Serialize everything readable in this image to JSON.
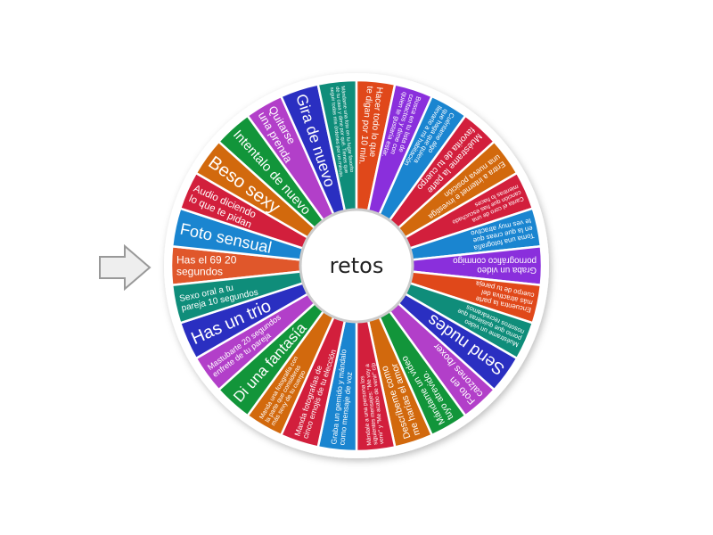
{
  "center_label": "retos",
  "segments": [
    {
      "lines": [
        "Has el 69 20",
        "segundos"
      ],
      "color": "#e0572b"
    },
    {
      "lines": [
        "Foto sensual"
      ],
      "color": "#1a85d0"
    },
    {
      "lines": [
        "Audio diciendo",
        "lo que te pidan"
      ],
      "color": "#d21f3c"
    },
    {
      "lines": [
        "Beso sexy"
      ],
      "color": "#d2690d"
    },
    {
      "lines": [
        "Intentalo de nuevo"
      ],
      "color": "#12953a"
    },
    {
      "lines": [
        "Quitarse",
        "una prenda"
      ],
      "color": "#b23fc9"
    },
    {
      "lines": [
        "Gira de nuevo"
      ],
      "color": "#2a2fc1"
    },
    {
      "lines": [
        "Mándame una foto en tu lugar favorito",
        "de tu casa y dime por qué. Tienes que",
        "seguir todas mis órdenes por un minuto."
      ],
      "color": "#0f8d7a"
    },
    {
      "lines": [
        "Hacer todo lo que",
        "te digan por 10 min."
      ],
      "color": "#e0481a"
    },
    {
      "lines": [
        "Busca en tu lista de",
        "contactos y dime con",
        "quien te gustaría estar."
      ],
      "color": "#8a2fdc"
    },
    {
      "lines": [
        "Cuéntame algo",
        "que haga que quiera",
        "llevarte a mi habitación"
      ],
      "color": "#1a85d0"
    },
    {
      "lines": [
        "Muéstrame la parte",
        "favorita de tu cuerpo"
      ],
      "color": "#d21f3c"
    },
    {
      "lines": [
        "Entra a internet e investiga",
        "una nueva posición"
      ],
      "color": "#d2690d"
    },
    {
      "lines": [
        "Canta el coro de una",
        "canción que has escuchado",
        "mientras lo haces"
      ],
      "color": "#d21f3c"
    },
    {
      "lines": [
        "Toma una fotografía",
        "en la que creas que",
        "te ves muy atractivo"
      ],
      "color": "#1a85d0"
    },
    {
      "lines": [
        "Graba un video",
        "pornográfico conmigo"
      ],
      "color": "#8a2fdc"
    },
    {
      "lines": [
        "Encuentra la parte",
        "más atractiva del",
        "cuerpo de tu pareja"
      ],
      "color": "#e0481a"
    },
    {
      "lines": [
        "Muéstrame un video",
        "porno que quisieras que",
        "nosotros recreáramos"
      ],
      "color": "#0f8d7a"
    },
    {
      "lines": [
        "Send nudes"
      ],
      "color": "#2a2fc1"
    },
    {
      "lines": [
        "Foto en",
        "calzones /boxer"
      ],
      "color": "#b23fc9"
    },
    {
      "lines": [
        "Mándame un video",
        "tuyo atrevido."
      ],
      "color": "#12953a"
    },
    {
      "lines": [
        "Descríbeme como",
        "me harías el amor"
      ],
      "color": "#d2690d"
    },
    {
      "lines": [
        "Mándale a una persona los",
        "siguientes mensajes: \"Me voy a",
        "venir\" y \"Me acabo de venir\" c/p"
      ],
      "color": "#d21f3c"
    },
    {
      "lines": [
        "Graba un gemido y mándalo",
        "como mensaje de voz"
      ],
      "color": "#1a85d0"
    },
    {
      "lines": [
        "Manda fotografías de",
        "cinco emojis de tu elección"
      ],
      "color": "#d21f3c"
    },
    {
      "lines": [
        "Manda una fotografía con",
        "la parte que consideras",
        "más sexy de tu cuerpo"
      ],
      "color": "#d2690d"
    },
    {
      "lines": [
        "Di una fantasía"
      ],
      "color": "#12953a"
    },
    {
      "lines": [
        "Mastubarte 20 segundos",
        "enfrete de tu pareja"
      ],
      "color": "#b23fc9"
    },
    {
      "lines": [
        "Has un trio"
      ],
      "color": "#2a2fc1"
    },
    {
      "lines": [
        "Sexo oral a tu",
        "pareja 10 segundos"
      ],
      "color": "#0f8d7a"
    }
  ],
  "pointer_icon": "arrow-right-icon"
}
